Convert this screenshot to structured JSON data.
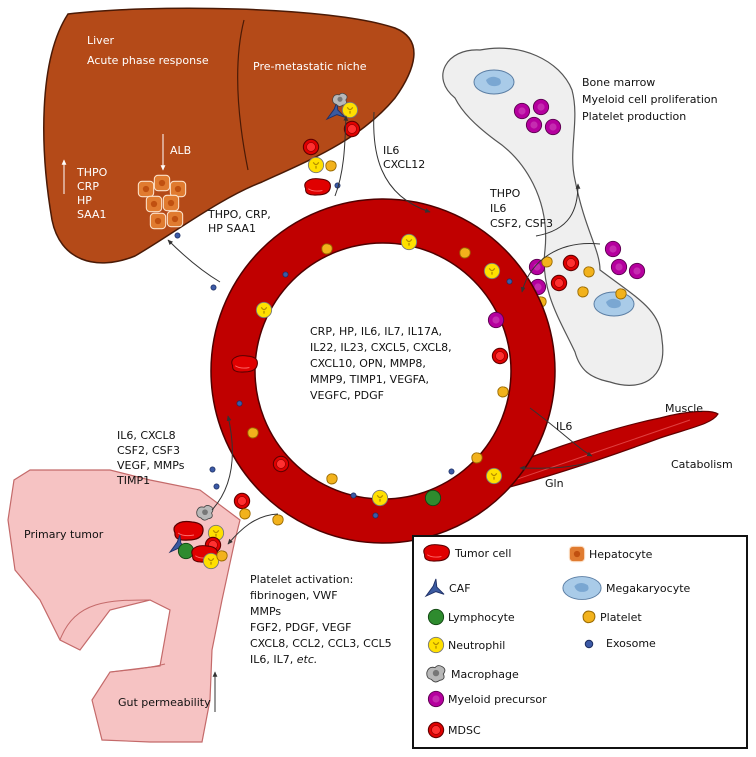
{
  "liver": {
    "title": "Liver",
    "acute": "Acute phase response",
    "niche": "Pre-metastatic niche",
    "alb": "ALB",
    "markers": [
      "THPO",
      "CRP",
      "HP",
      "SAA1"
    ]
  },
  "liver_input": [
    "THPO, CRP,",
    "HP SAA1"
  ],
  "il6_cxcl12": [
    "IL6",
    "CXCL12"
  ],
  "bone_marrow": {
    "lines": [
      "Bone marrow",
      "Myeloid cell proliferation",
      "Platelet production"
    ],
    "input": [
      "THPO",
      "IL6",
      "CSF2, CSF3"
    ]
  },
  "circulation": {
    "lines": [
      "CRP, HP, IL6, IL7, IL17A,",
      "IL22, IL23, CXCL5, CXCL8,",
      "CXCL10, OPN, MMP8,",
      "MMP9, TIMP1, VEGFA,",
      "VEGFC, PDGF"
    ]
  },
  "muscle": {
    "title": "Muscle",
    "catabolism": "Catabolism",
    "il6": "IL6",
    "gln": "Gln"
  },
  "tumor": {
    "title": "Primary tumor",
    "secreted": [
      "IL6, CXCL8",
      "CSF2, CSF3",
      "VEGF, MMPs",
      "TIMP1"
    ],
    "gut": "Gut permeability"
  },
  "platelet_activation": {
    "lines": [
      "Platelet activation:",
      "fibrinogen, VWF",
      "MMPs",
      "FGF2, PDGF, VEGF",
      "CXCL8, CCL2, CCL3, CCL5"
    ],
    "last": "IL6, IL7,",
    "etc": "etc."
  },
  "legend": {
    "items": [
      {
        "label": "Tumor cell",
        "icon": "tumor-cell"
      },
      {
        "label": "CAF",
        "icon": "caf"
      },
      {
        "label": "Lymphocyte",
        "icon": "lymphocyte"
      },
      {
        "label": "Neutrophil",
        "icon": "neutrophil"
      },
      {
        "label": "Macrophage",
        "icon": "macrophage"
      },
      {
        "label": "Myeloid precursor",
        "icon": "myeloid-precursor"
      },
      {
        "label": "MDSC",
        "icon": "mdsc"
      },
      {
        "label": "Hepatocyte",
        "icon": "hepatocyte"
      },
      {
        "label": "Megakaryocyte",
        "icon": "megakaryocyte"
      },
      {
        "label": "Platelet",
        "icon": "platelet"
      },
      {
        "label": "Exosome",
        "icon": "exosome"
      }
    ]
  },
  "colors": {
    "liver": "#b44a18",
    "vessel": "#c00000",
    "tumor_tissue": "#f6c3c3",
    "bone": "#efefef",
    "muscle": "#c00000",
    "neutrophil": "#ffe000",
    "lymphocyte": "#2e8b2e",
    "myeloid": "#b5009e",
    "platelet": "#f2b21c",
    "exosome": "#3c5aa6",
    "hepatocyte": "#e07b30",
    "megakaryocyte": "#a9cbe8",
    "caf": "#3b5aa0"
  }
}
